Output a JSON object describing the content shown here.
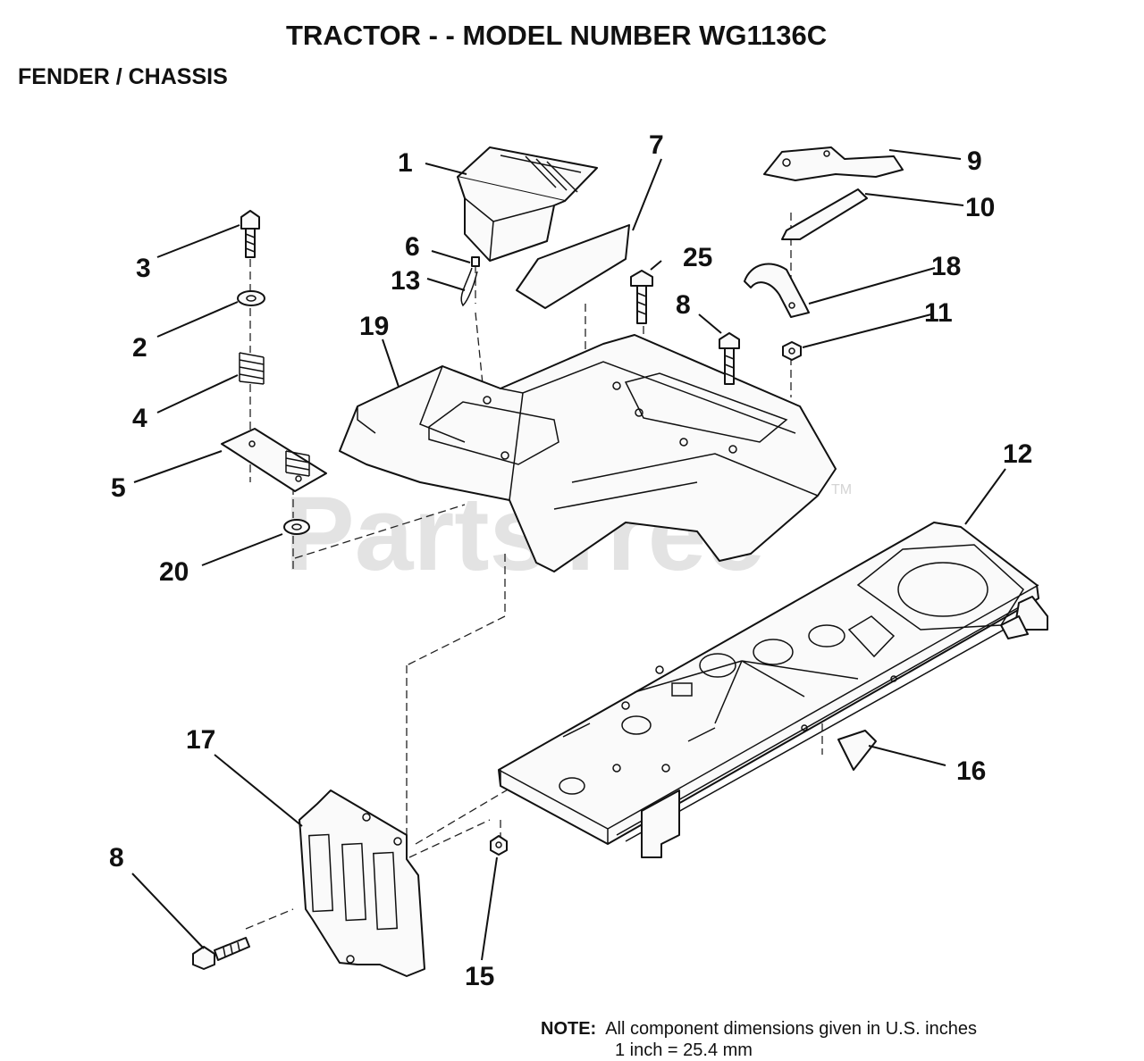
{
  "header": {
    "title": "TRACTOR - - MODEL NUMBER WG1136C",
    "subtitle": "FENDER / CHASSIS"
  },
  "watermark": {
    "text": "PartsTree",
    "trademark": "TM"
  },
  "callouts": {
    "c1": "1",
    "c2": "2",
    "c3": "3",
    "c4": "4",
    "c5": "5",
    "c6": "6",
    "c7": "7",
    "c8a": "8",
    "c8b": "8",
    "c9": "9",
    "c10": "10",
    "c11": "11",
    "c12": "12",
    "c13": "13",
    "c15": "15",
    "c16": "16",
    "c17": "17",
    "c18": "18",
    "c19": "19",
    "c20": "20",
    "c25": "25"
  },
  "note": {
    "label": "NOTE:",
    "line1": "All component dimensions given in U.S. inches",
    "line2": "1 inch = 25.4 mm"
  }
}
